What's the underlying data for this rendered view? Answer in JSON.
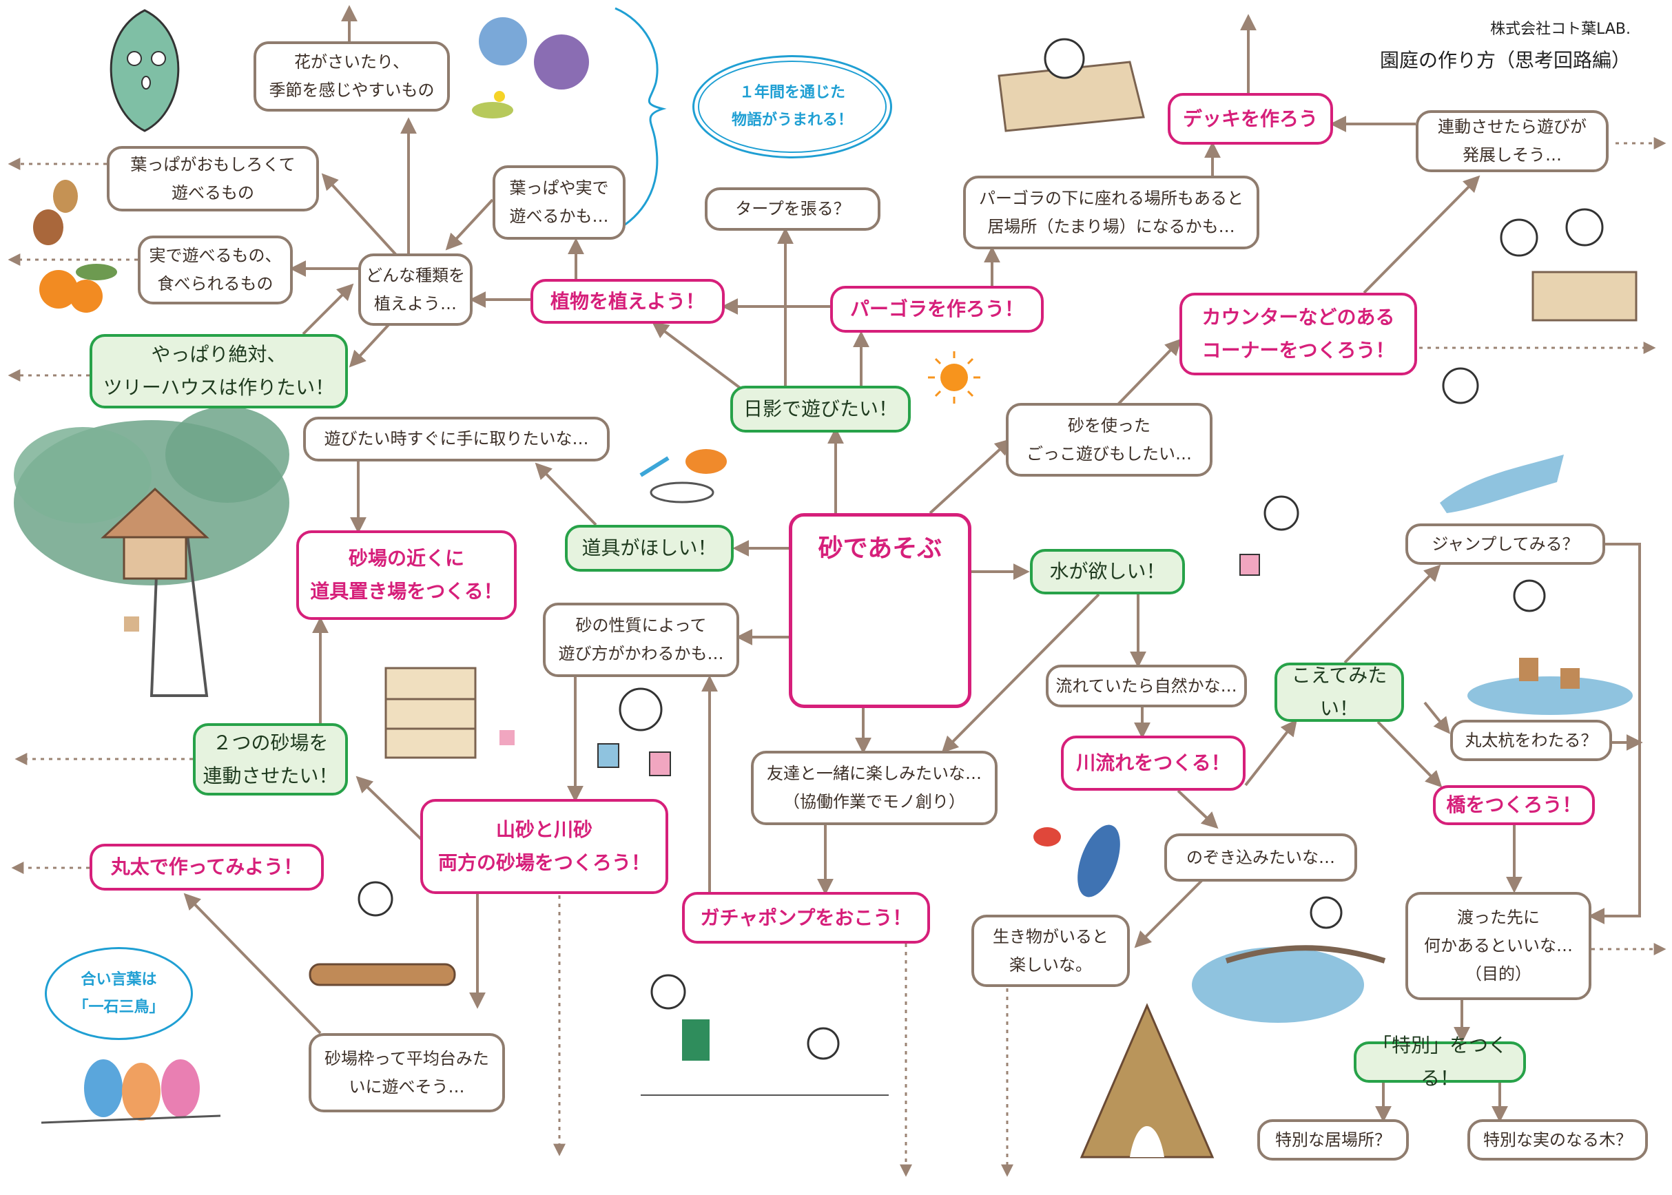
{
  "header": {
    "company": "株式会社コト葉LAB.",
    "title": "園庭の作り方（思考回路編）"
  },
  "speech": {
    "year_story": "１年間を通じた\n物語がうまれる！",
    "motto": "合い言葉は\n「一石三鳥」"
  },
  "nodes": {
    "center": "砂であそぶ",
    "flower": "花がさいたり、\n季節を感じやすいもの",
    "leaf_play": "葉っぱがおもしろくて\n遊べるもの",
    "leaf_fruit": "葉っぱや実で\n遊べるかも…",
    "fruit_eat": "実で遊べるもの、\n食べられるもの",
    "which_plant": "どんな種類を\n植えよう…",
    "plant": "植物を植えよう！",
    "treehouse": "やっぱり絶対、\nツリーハウスは作りたい！",
    "tarp": "タープを張る？",
    "pergola_seat": "パーゴラの下に座れる場所もあると\n居場所（たまり場）になるかも…",
    "pergola": "パーゴラを作ろう！",
    "deck": "デッキを作ろう",
    "link_play": "連動させたら遊びが\n発展しそう…",
    "shade": "日影で遊びたい！",
    "counter": "カウンターなどのある\nコーナーをつくろう！",
    "pretend": "砂を使った\nごっこ遊びもしたい…",
    "tool_reach": "遊びたい時すぐに手に取りたいな…",
    "tool_want": "道具がほしい！",
    "tool_place": "砂場の近くに\n道具置き場をつくる！",
    "sand_nature": "砂の性質によって\n遊び方がかわるかも…",
    "two_sandbox": "２つの砂場を\n連動させたい！",
    "yama_kawa": "山砂と川砂\n両方の砂場をつくろう！",
    "log": "丸太で作ってみよう！",
    "balance": "砂場枠って平均台みた\nいに遊べそう…",
    "friends": "友達と一緒に楽しみたいな…\n（協働作業でモノ創り）",
    "pump": "ガチャポンプをおこう！",
    "water_want": "水が欲しい！",
    "flowing": "流れていたら自然かな…",
    "river": "川流れをつくる！",
    "cross": "こえてみたい！",
    "jump": "ジャンプしてみる？",
    "stakes": "丸太杭をわたる？",
    "bridge": "橋をつくろう！",
    "peek": "のぞき込みたいな…",
    "creatures": "生き物がいると\n楽しいな。",
    "purpose": "渡った先に\n何かあるといいな…\n（目的）",
    "special": "「特別」をつくる！",
    "special_place": "特別な居場所？",
    "special_tree": "特別な実のなる木？"
  }
}
